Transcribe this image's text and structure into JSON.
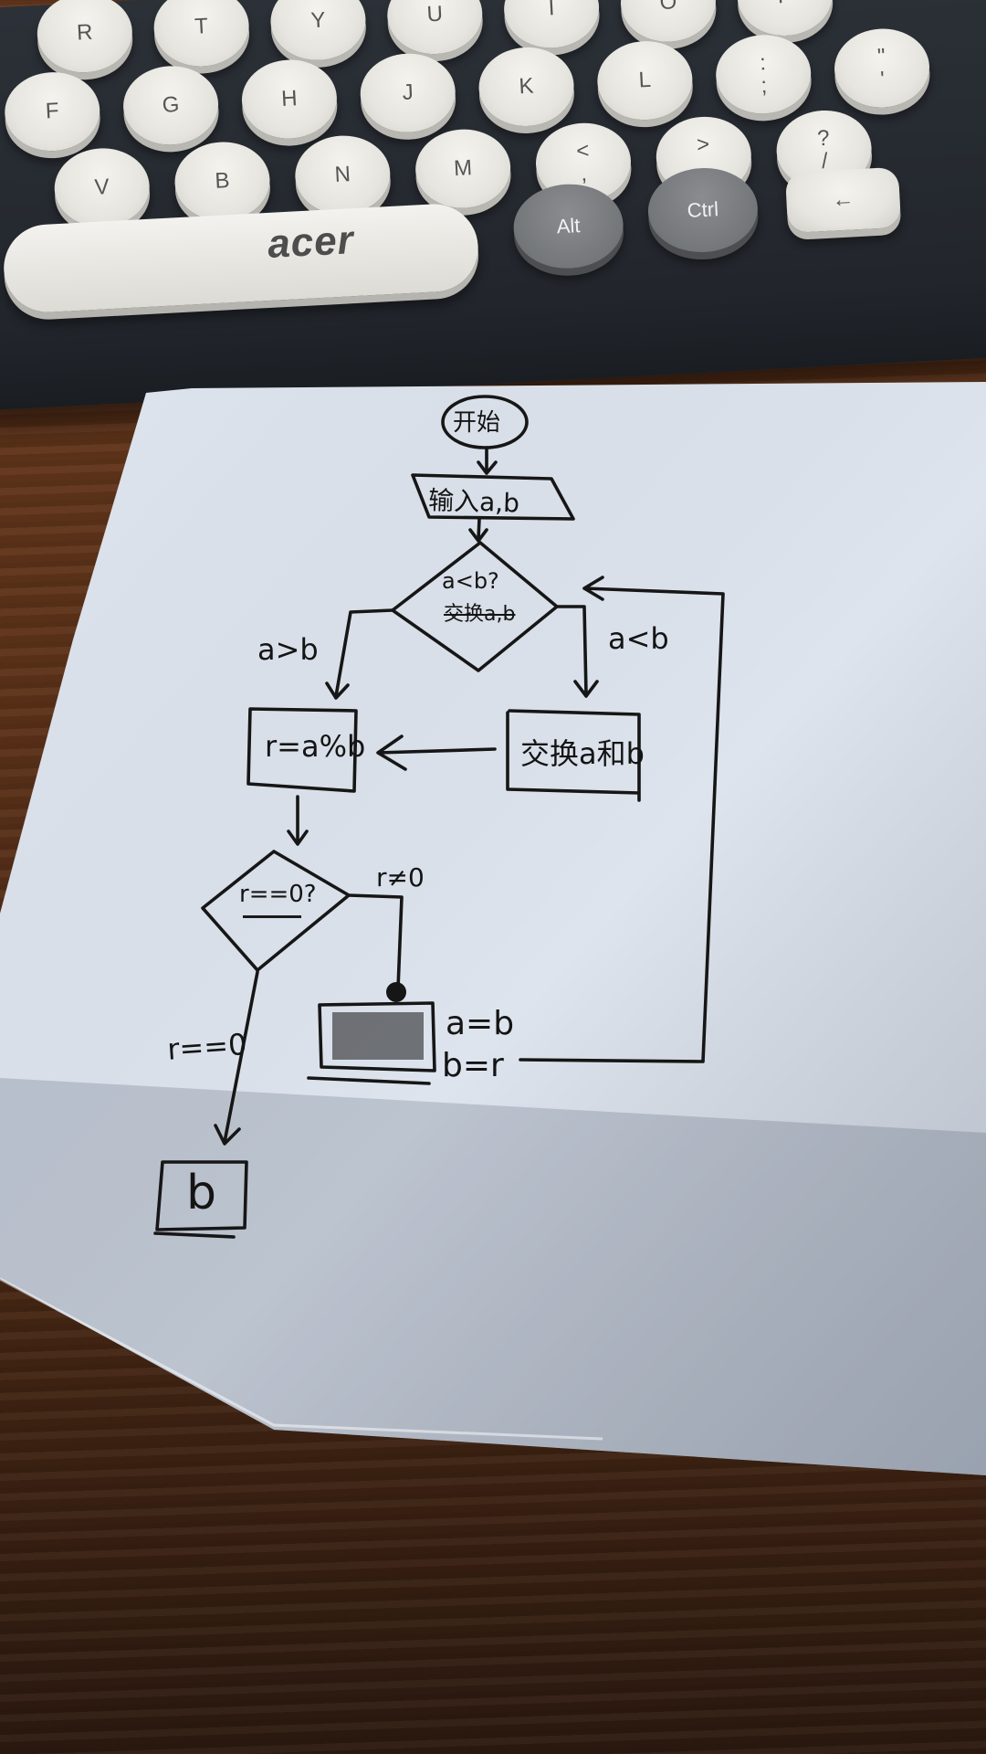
{
  "keyboard": {
    "brand": "acer",
    "row_top": [
      "R",
      "T",
      "Y",
      "U",
      "I",
      "O",
      "P"
    ],
    "row_home": [
      "F",
      "G",
      "H",
      "J",
      "K",
      "L",
      ":\n;",
      "\"\n'"
    ],
    "row_bottom": [
      "V",
      "B",
      "N",
      "M",
      "<\n,",
      ">\n.",
      "?\n/"
    ],
    "alt": "Alt",
    "ctrl": "Ctrl",
    "arrow": "←"
  },
  "flowchart": {
    "start": "开始",
    "input": "输入a,b",
    "decision1": "a<b?",
    "decision1_struck": "交换a,b",
    "branch_left": "a>b",
    "branch_right": "a<b",
    "process_mod": "r=a%b",
    "process_swap": "交换a和b",
    "decision2": "r==0?",
    "branch_zero": "r==0",
    "branch_nonzero": "r≠0",
    "assign_a": "a=b",
    "assign_b": "b=r",
    "output": "b"
  }
}
